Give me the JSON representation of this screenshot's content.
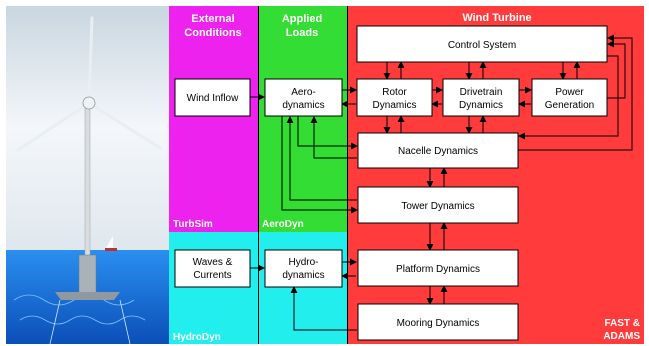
{
  "headers": {
    "external": [
      "External",
      "Conditions"
    ],
    "applied": [
      "Applied",
      "Loads"
    ],
    "turbine": "Wind Turbine"
  },
  "boxes": {
    "wind_inflow": [
      "Wind Inflow"
    ],
    "aerodynamics": [
      "Aero-",
      "dynamics"
    ],
    "control_system": [
      "Control System"
    ],
    "rotor_dynamics": [
      "Rotor",
      "Dynamics"
    ],
    "drivetrain_dynamics": [
      "Drivetrain",
      "Dynamics"
    ],
    "power_generation": [
      "Power",
      "Generation"
    ],
    "nacelle_dynamics": [
      "Nacelle Dynamics"
    ],
    "tower_dynamics": [
      "Tower Dynamics"
    ],
    "waves_currents": [
      "Waves &",
      "Currents"
    ],
    "hydrodynamics": [
      "Hydro-",
      "dynamics"
    ],
    "platform_dynamics": [
      "Platform Dynamics"
    ],
    "mooring_dynamics": [
      "Mooring Dynamics"
    ]
  },
  "regions": {
    "turbsim": "TurbSim",
    "aerodyn": "AeroDyn",
    "hydrodyn": "HydroDyn",
    "fast_adams": [
      "FAST &",
      "ADAMS"
    ]
  },
  "colors": {
    "external_top": "#ee22ee",
    "applied_top": "#33dd33",
    "turbine": "#ff3b3b",
    "hydro": "#22eeee",
    "sky": "#e6eef4",
    "sea": "#1d7fe0"
  }
}
